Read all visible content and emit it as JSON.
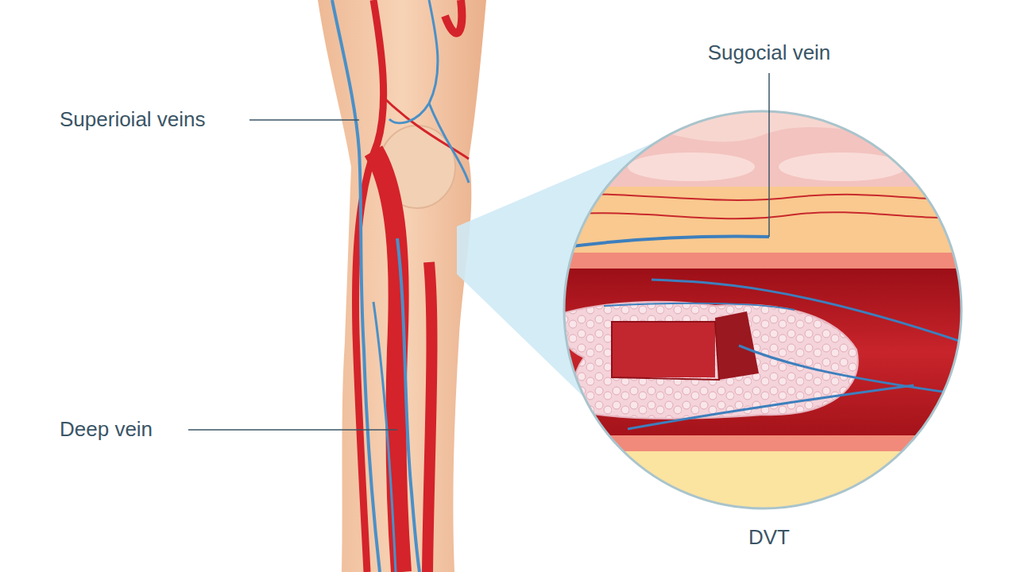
{
  "diagram": {
    "labels": [
      "Superioial veins",
      "Sugocial vein",
      "Deep vein",
      "DVT"
    ]
  }
}
